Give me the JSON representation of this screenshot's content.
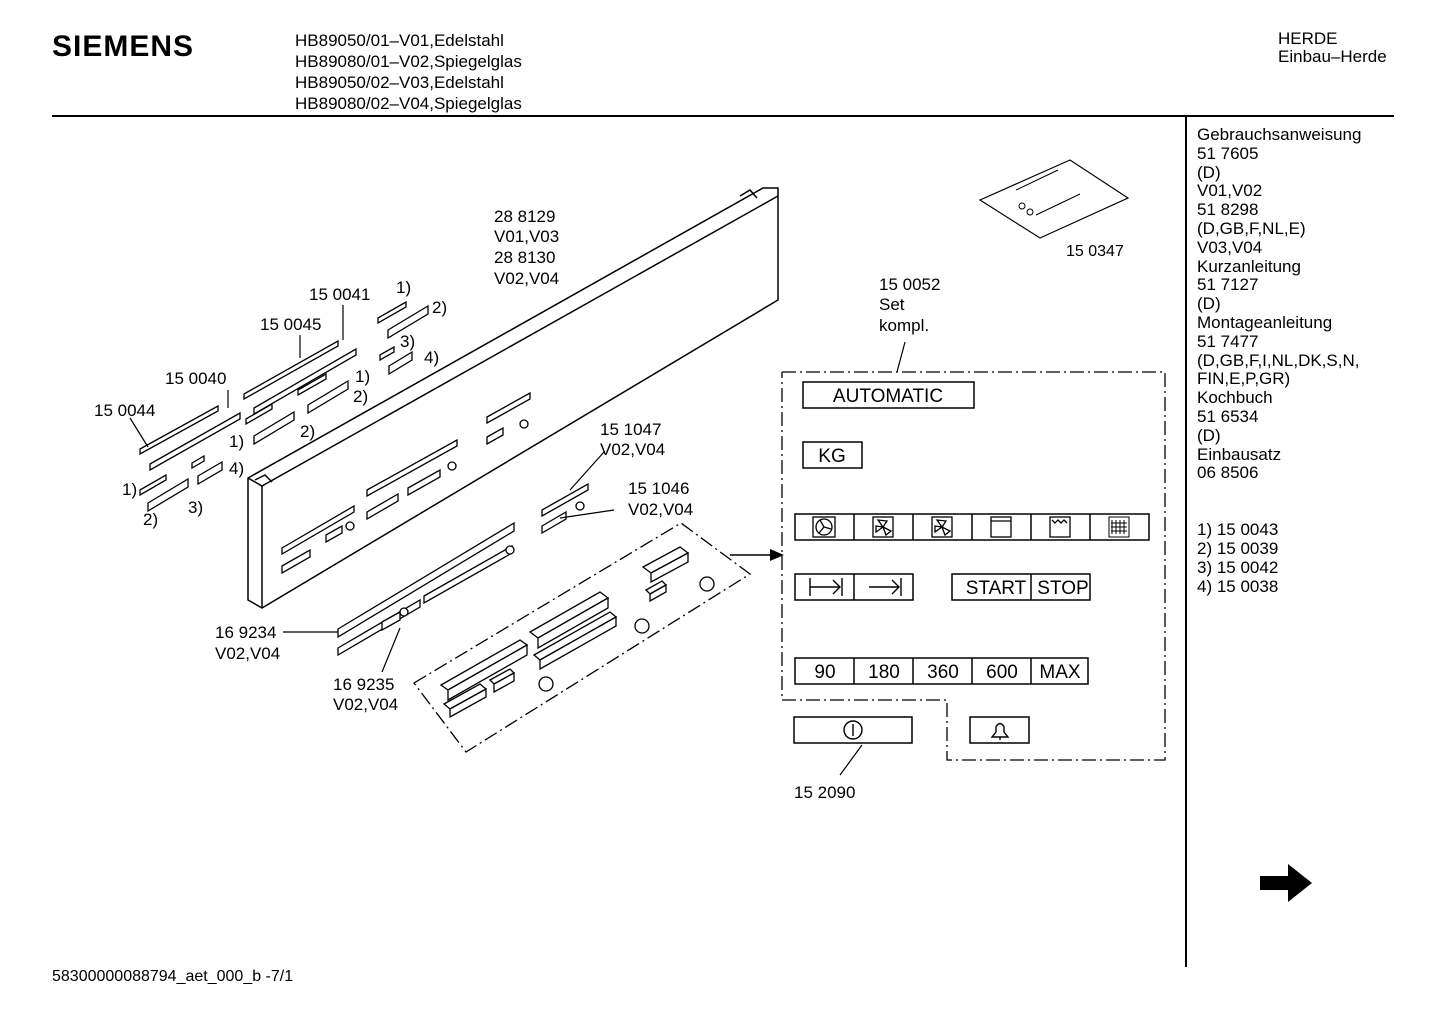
{
  "header": {
    "brand": "SIEMENS",
    "models": [
      "HB89050/01–V01,Edelstahl",
      "HB89080/01–V02,Spiegelglas",
      "HB89050/02–V03,Edelstahl",
      "HB89080/02–V04,Spiegelglas"
    ],
    "category": [
      "HERDE",
      "Einbau–Herde"
    ]
  },
  "sidebar": {
    "lines": [
      "Gebrauchsanweisung",
      "51 7605",
      "(D)",
      "V01,V02",
      "51 8298",
      "(D,GB,F,NL,E)",
      "V03,V04",
      "Kurzanleitung",
      "51 7127",
      "(D)",
      "Montageanleitung",
      "51 7477",
      "(D,GB,F,I,NL,DK,S,N,",
      "FIN,E,P,GR)",
      "Kochbuch",
      "51 6534",
      "(D)",
      "Einbausatz",
      "06 8506"
    ],
    "notes": [
      "1)  15 0043",
      "2)  15 0039",
      "3)  15 0042",
      "4)  15 0038"
    ]
  },
  "parts": {
    "panel": [
      "28 8129",
      "V01,V03",
      "28 8130",
      "V02,V04"
    ],
    "p150041": "15 0041",
    "p150045": "15 0045",
    "p150040": "15 0040",
    "p150044": "15 0044",
    "p151047": [
      "15 1047",
      "V02,V04"
    ],
    "p151046": [
      "15 1046",
      "V02,V04"
    ],
    "p169234": [
      "16 9234",
      "V02,V04"
    ],
    "p169235": [
      "16 9235",
      "V02,V04"
    ],
    "p150347": "15 0347",
    "set": [
      "15 0052",
      "Set",
      "kompl."
    ],
    "p152090": "15 2090",
    "refs": {
      "r1": "1)",
      "r2": "2)",
      "r3": "3)",
      "r4": "4)"
    }
  },
  "set_labels": {
    "automatic": "AUTOMATIC",
    "kg": "KG",
    "start": "START",
    "stop": "STOP",
    "times": [
      "90",
      "180",
      "360",
      "600",
      "MAX"
    ]
  },
  "footer": "58300000088794_aet_000_b  -7/1",
  "icons": [
    "fan-hot-air-icon",
    "fan-icon",
    "fan-bottom-heat-icon",
    "oven-icon",
    "top-heat-icon",
    "grill-icon",
    "duration-icon",
    "end-time-icon",
    "power-icon",
    "bell-icon",
    "next-page-arrow-icon"
  ]
}
